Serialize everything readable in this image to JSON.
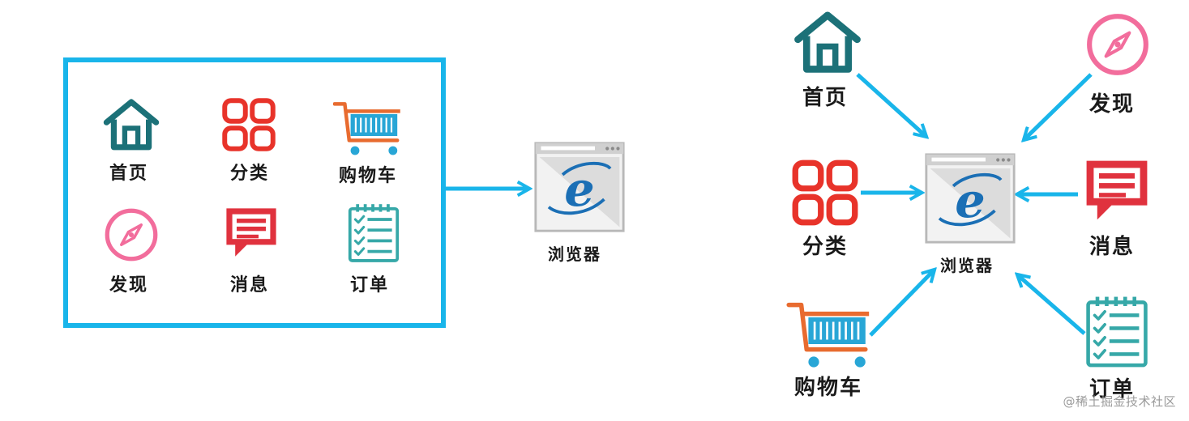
{
  "left_panel": {
    "modules": [
      {
        "label": "首页",
        "icon": "home-icon"
      },
      {
        "label": "分类",
        "icon": "category-grid-icon"
      },
      {
        "label": "购物车",
        "icon": "shopping-cart-icon"
      },
      {
        "label": "发现",
        "icon": "compass-icon"
      },
      {
        "label": "消息",
        "icon": "message-icon"
      },
      {
        "label": "订单",
        "icon": "order-list-icon"
      }
    ],
    "border_color": "#19b5ea"
  },
  "browser": {
    "label": "浏览器",
    "icon": "browser-ie-icon"
  },
  "right_diagram": {
    "modules": [
      {
        "label": "首页",
        "icon": "home-icon"
      },
      {
        "label": "发现",
        "icon": "compass-icon"
      },
      {
        "label": "分类",
        "icon": "category-grid-icon"
      },
      {
        "label": "消息",
        "icon": "message-icon"
      },
      {
        "label": "购物车",
        "icon": "shopping-cart-icon"
      },
      {
        "label": "订单",
        "icon": "order-list-icon"
      }
    ],
    "browser_label": "浏览器"
  },
  "colors": {
    "arrow": "#19b5ea",
    "home": "#1c7178",
    "category": "#e8332a",
    "cart_body": "#28a6d6",
    "cart_frame": "#e86b2f",
    "compass": "#f26d9c",
    "message": "#e0323e",
    "order": "#36a8a8"
  },
  "watermark": "@稀土掘金技术社区"
}
